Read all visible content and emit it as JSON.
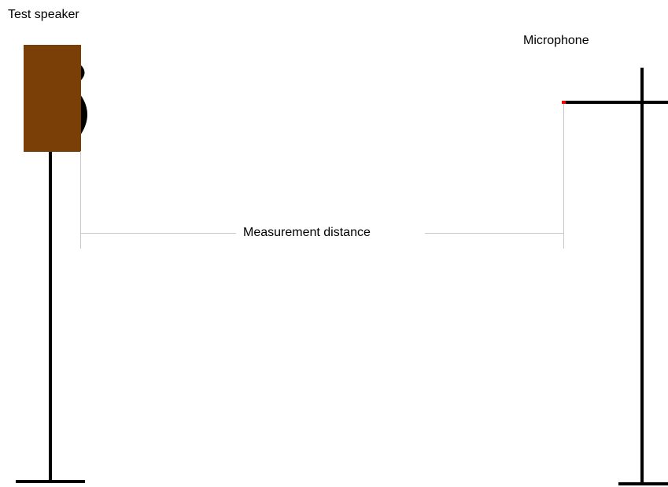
{
  "labels": {
    "speaker": "Test speaker",
    "microphone": "Microphone",
    "distance": "Measurement distance"
  },
  "colors": {
    "cabinet": "#7a3f06",
    "driver": "#000000",
    "stand": "#000000",
    "guide": "#c8c8c8",
    "mic_tip": "#ff0000",
    "background": "#ffffff"
  },
  "icons": {
    "speaker": "loudspeaker-cabinet",
    "microphone": "microphone-on-boom-stand"
  }
}
